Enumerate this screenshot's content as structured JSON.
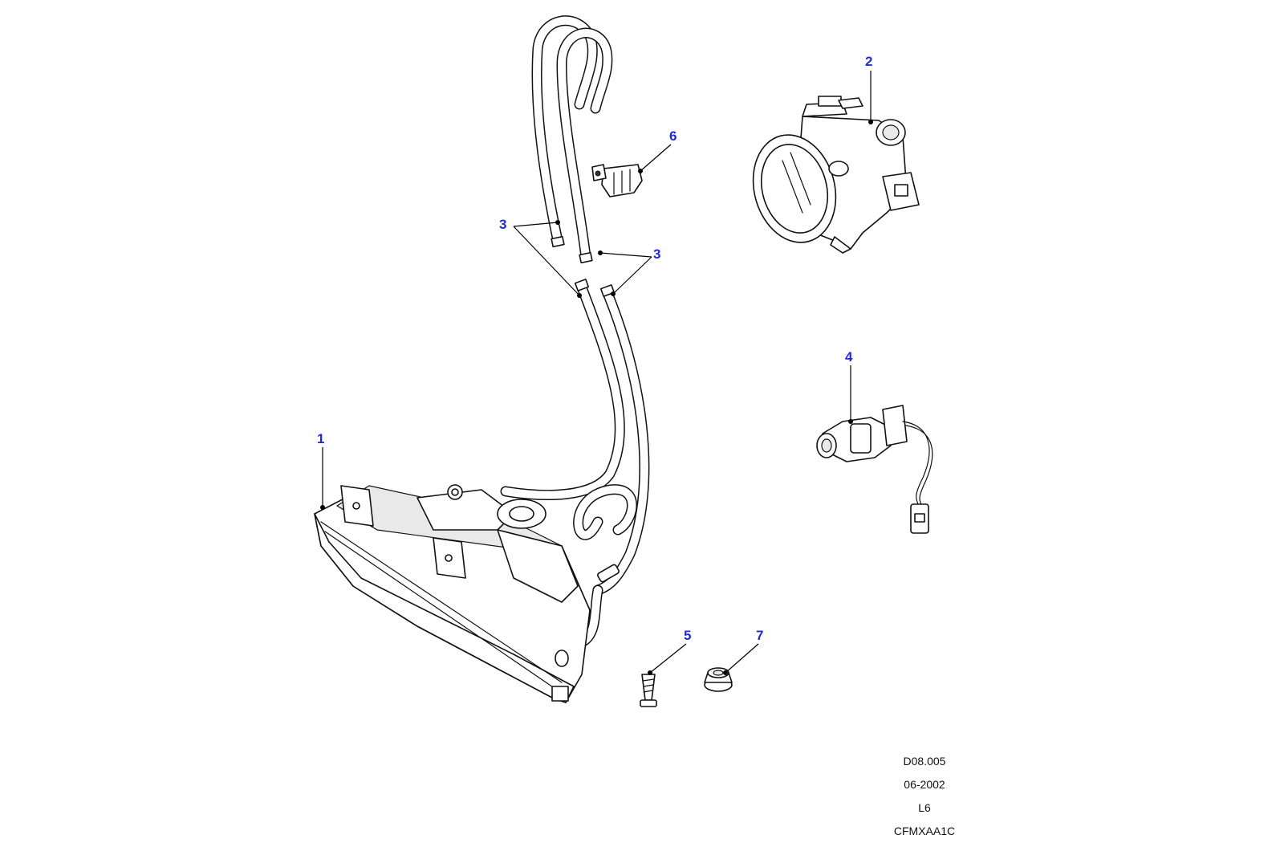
{
  "callouts": [
    {
      "label": "1"
    },
    {
      "label": "2"
    },
    {
      "label": "3"
    },
    {
      "label": "3"
    },
    {
      "label": "4"
    },
    {
      "label": "5"
    },
    {
      "label": "6"
    },
    {
      "label": "7"
    }
  ],
  "reference": {
    "code": "D08.005",
    "date": "06-2002",
    "model": "L6",
    "figure_id": "CFMXAA1C"
  },
  "colors": {
    "callout": "#1f2bd6",
    "line": "#111111",
    "background": "#ffffff"
  }
}
